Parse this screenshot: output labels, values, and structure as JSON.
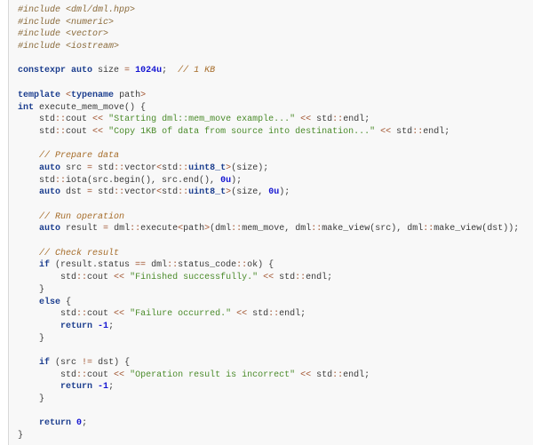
{
  "code_lines": [
    [
      [
        "pp",
        "#include <dml/dml.hpp>"
      ]
    ],
    [
      [
        "pp",
        "#include <numeric>"
      ]
    ],
    [
      [
        "pp",
        "#include <vector>"
      ]
    ],
    [
      [
        "pp",
        "#include <iostream>"
      ]
    ],
    [],
    [
      [
        "kw",
        "constexpr auto"
      ],
      [
        "t",
        " size "
      ],
      [
        "op",
        "="
      ],
      [
        "t",
        " "
      ],
      [
        "num",
        "1024u"
      ],
      [
        "t",
        ";  "
      ],
      [
        "cmt",
        "// 1 KB"
      ]
    ],
    [],
    [
      [
        "kw",
        "template"
      ],
      [
        "t",
        " "
      ],
      [
        "op",
        "<"
      ],
      [
        "kw",
        "typename"
      ],
      [
        "t",
        " path"
      ],
      [
        "op",
        ">"
      ]
    ],
    [
      [
        "kw",
        "int"
      ],
      [
        "t",
        " execute_mem_move() {"
      ]
    ],
    [
      [
        "t",
        "    std"
      ],
      [
        "op",
        "::"
      ],
      [
        "t",
        "cout "
      ],
      [
        "op",
        "<<"
      ],
      [
        "t",
        " "
      ],
      [
        "str",
        "\"Starting dml::mem_move example...\""
      ],
      [
        "t",
        " "
      ],
      [
        "op",
        "<<"
      ],
      [
        "t",
        " std"
      ],
      [
        "op",
        "::"
      ],
      [
        "t",
        "endl;"
      ]
    ],
    [
      [
        "t",
        "    std"
      ],
      [
        "op",
        "::"
      ],
      [
        "t",
        "cout "
      ],
      [
        "op",
        "<<"
      ],
      [
        "t",
        " "
      ],
      [
        "str",
        "\"Copy 1KB of data from source into destination...\""
      ],
      [
        "t",
        " "
      ],
      [
        "op",
        "<<"
      ],
      [
        "t",
        " std"
      ],
      [
        "op",
        "::"
      ],
      [
        "t",
        "endl;"
      ]
    ],
    [],
    [
      [
        "t",
        "    "
      ],
      [
        "cmt",
        "// Prepare data"
      ]
    ],
    [
      [
        "t",
        "    "
      ],
      [
        "kw",
        "auto"
      ],
      [
        "t",
        " src "
      ],
      [
        "op",
        "="
      ],
      [
        "t",
        " std"
      ],
      [
        "op",
        "::"
      ],
      [
        "t",
        "vector"
      ],
      [
        "op",
        "<"
      ],
      [
        "t",
        "std"
      ],
      [
        "op",
        "::"
      ],
      [
        "kw",
        "uint8_t"
      ],
      [
        "op",
        ">"
      ],
      [
        "t",
        "(size);"
      ]
    ],
    [
      [
        "t",
        "    std"
      ],
      [
        "op",
        "::"
      ],
      [
        "t",
        "iota(src.begin(), src.end(), "
      ],
      [
        "num",
        "0u"
      ],
      [
        "t",
        ");"
      ]
    ],
    [
      [
        "t",
        "    "
      ],
      [
        "kw",
        "auto"
      ],
      [
        "t",
        " dst "
      ],
      [
        "op",
        "="
      ],
      [
        "t",
        " std"
      ],
      [
        "op",
        "::"
      ],
      [
        "t",
        "vector"
      ],
      [
        "op",
        "<"
      ],
      [
        "t",
        "std"
      ],
      [
        "op",
        "::"
      ],
      [
        "kw",
        "uint8_t"
      ],
      [
        "op",
        ">"
      ],
      [
        "t",
        "(size, "
      ],
      [
        "num",
        "0u"
      ],
      [
        "t",
        ");"
      ]
    ],
    [],
    [
      [
        "t",
        "    "
      ],
      [
        "cmt",
        "// Run operation"
      ]
    ],
    [
      [
        "t",
        "    "
      ],
      [
        "kw",
        "auto"
      ],
      [
        "t",
        " result "
      ],
      [
        "op",
        "="
      ],
      [
        "t",
        " dml"
      ],
      [
        "op",
        "::"
      ],
      [
        "t",
        "execute"
      ],
      [
        "op",
        "<"
      ],
      [
        "t",
        "path"
      ],
      [
        "op",
        ">"
      ],
      [
        "t",
        "(dml"
      ],
      [
        "op",
        "::"
      ],
      [
        "t",
        "mem_move, dml"
      ],
      [
        "op",
        "::"
      ],
      [
        "t",
        "make_view(src), dml"
      ],
      [
        "op",
        "::"
      ],
      [
        "t",
        "make_view(dst));"
      ]
    ],
    [],
    [
      [
        "t",
        "    "
      ],
      [
        "cmt",
        "// Check result"
      ]
    ],
    [
      [
        "t",
        "    "
      ],
      [
        "kw",
        "if"
      ],
      [
        "t",
        " (result.status "
      ],
      [
        "op",
        "=="
      ],
      [
        "t",
        " dml"
      ],
      [
        "op",
        "::"
      ],
      [
        "t",
        "status_code"
      ],
      [
        "op",
        "::"
      ],
      [
        "t",
        "ok) {"
      ]
    ],
    [
      [
        "t",
        "        std"
      ],
      [
        "op",
        "::"
      ],
      [
        "t",
        "cout "
      ],
      [
        "op",
        "<<"
      ],
      [
        "t",
        " "
      ],
      [
        "str",
        "\"Finished successfully.\""
      ],
      [
        "t",
        " "
      ],
      [
        "op",
        "<<"
      ],
      [
        "t",
        " std"
      ],
      [
        "op",
        "::"
      ],
      [
        "t",
        "endl;"
      ]
    ],
    [
      [
        "t",
        "    }"
      ]
    ],
    [
      [
        "t",
        "    "
      ],
      [
        "kw",
        "else"
      ],
      [
        "t",
        " {"
      ]
    ],
    [
      [
        "t",
        "        std"
      ],
      [
        "op",
        "::"
      ],
      [
        "t",
        "cout "
      ],
      [
        "op",
        "<<"
      ],
      [
        "t",
        " "
      ],
      [
        "str",
        "\"Failure occurred.\""
      ],
      [
        "t",
        " "
      ],
      [
        "op",
        "<<"
      ],
      [
        "t",
        " std"
      ],
      [
        "op",
        "::"
      ],
      [
        "t",
        "endl;"
      ]
    ],
    [
      [
        "t",
        "        "
      ],
      [
        "kw",
        "return"
      ],
      [
        "t",
        " "
      ],
      [
        "num",
        "-1"
      ],
      [
        "t",
        ";"
      ]
    ],
    [
      [
        "t",
        "    }"
      ]
    ],
    [],
    [
      [
        "t",
        "    "
      ],
      [
        "kw",
        "if"
      ],
      [
        "t",
        " (src "
      ],
      [
        "op",
        "!="
      ],
      [
        "t",
        " dst) {"
      ]
    ],
    [
      [
        "t",
        "        std"
      ],
      [
        "op",
        "::"
      ],
      [
        "t",
        "cout "
      ],
      [
        "op",
        "<<"
      ],
      [
        "t",
        " "
      ],
      [
        "str",
        "\"Operation result is incorrect\""
      ],
      [
        "t",
        " "
      ],
      [
        "op",
        "<<"
      ],
      [
        "t",
        " std"
      ],
      [
        "op",
        "::"
      ],
      [
        "t",
        "endl;"
      ]
    ],
    [
      [
        "t",
        "        "
      ],
      [
        "kw",
        "return"
      ],
      [
        "t",
        " "
      ],
      [
        "num",
        "-1"
      ],
      [
        "t",
        ";"
      ]
    ],
    [
      [
        "t",
        "    }"
      ]
    ],
    [],
    [
      [
        "t",
        "    "
      ],
      [
        "kw",
        "return"
      ],
      [
        "t",
        " "
      ],
      [
        "num",
        "0"
      ],
      [
        "t",
        ";"
      ]
    ],
    [
      [
        "t",
        "}"
      ]
    ]
  ]
}
